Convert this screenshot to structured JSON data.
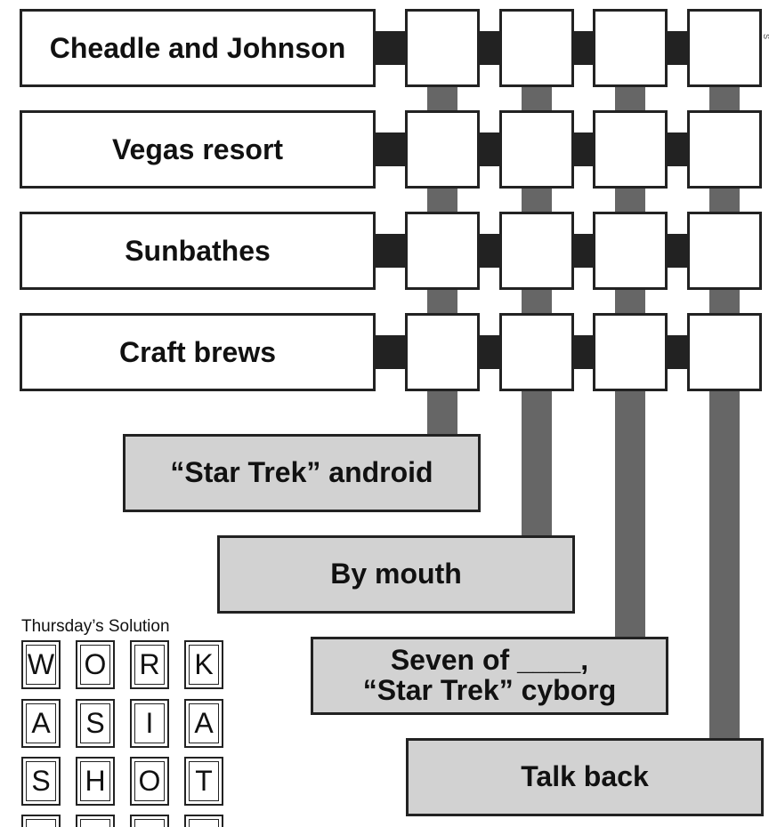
{
  "puzzle": {
    "row_clues": [
      "Cheadle and Johnson",
      "Vegas resort",
      "Sunbathes",
      "Craft brews"
    ],
    "column_clues": [
      "“Star Trek” android",
      "By mouth",
      "Seven of ____,\n“Star Trek” cyborg",
      "Talk back"
    ]
  },
  "solution": {
    "title": "Thursday’s Solution",
    "rows": [
      [
        "W",
        "O",
        "R",
        "K"
      ],
      [
        "A",
        "S",
        "I",
        "A"
      ],
      [
        "S",
        "H",
        "O",
        "T"
      ],
      [
        "",
        "",
        "",
        ""
      ]
    ]
  },
  "edge_text": "S"
}
